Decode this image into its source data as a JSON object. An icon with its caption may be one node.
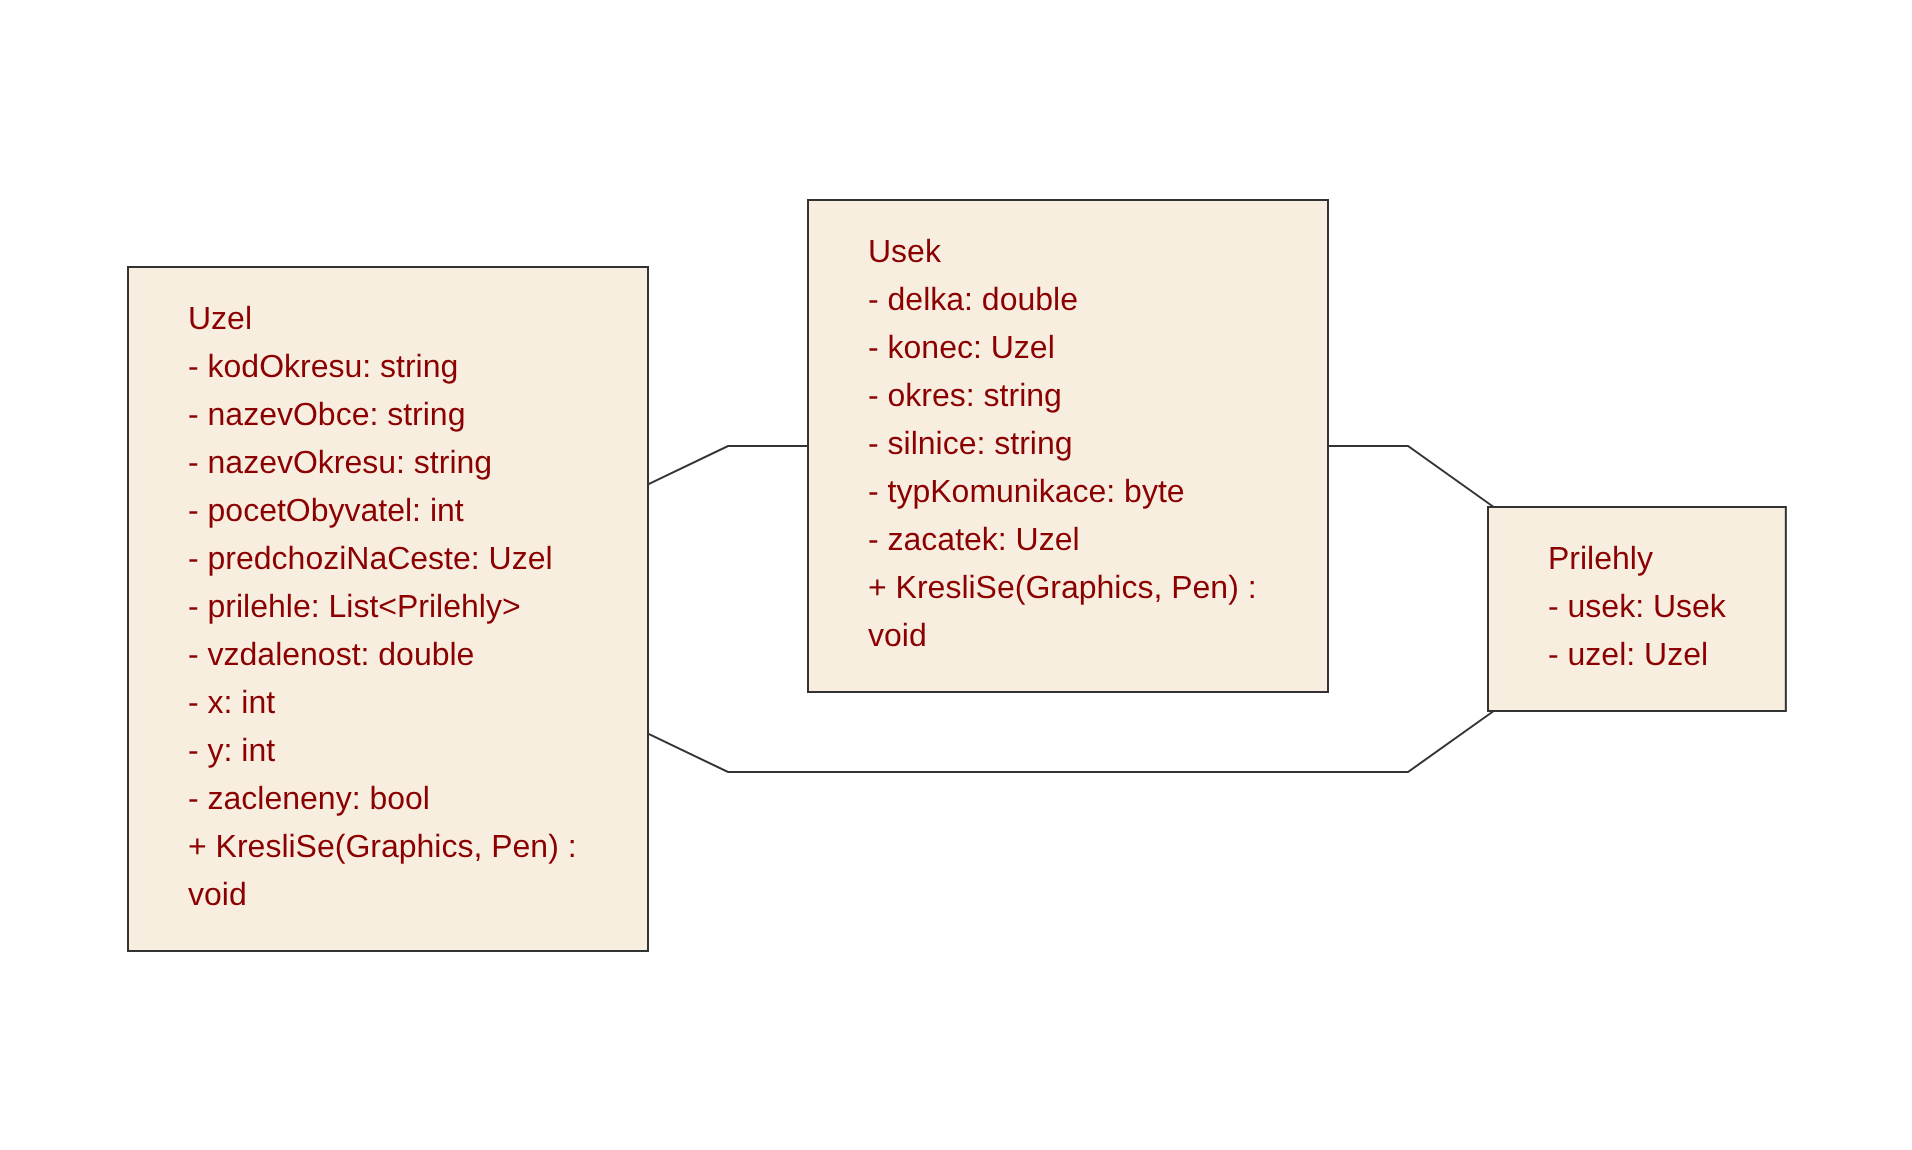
{
  "diagram": {
    "nodes": [
      {
        "text": [
          "Uzel",
          "- kodOkresu: string",
          "- nazevObce: string",
          "- nazevOkresu: string",
          "- pocetObyvatel: int",
          "- predchoziNaCeste: Uzel",
          "- prilehle: List<Prilehly>",
          "- vzdalenost: double",
          "- x: int",
          "- y: int",
          "- zacleneny: bool",
          "+ KresliSe(Graphics, Pen) : void"
        ]
      },
      {
        "text": [
          "Usek",
          "- delka: double",
          "- konec: Uzel",
          "- okres: string",
          "- silnice: string",
          "- typKomunikace: byte",
          "- zacatek: Uzel",
          "+ KresliSe(Graphics, Pen) : void"
        ]
      },
      {
        "text": [
          "Prilehly",
          "- usek: Usek",
          "- uzel: Uzel"
        ]
      }
    ],
    "edges": [
      {
        "from": 0,
        "to": 1,
        "arrow": "none"
      },
      {
        "from": 1,
        "to": 2,
        "arrow": "none"
      },
      {
        "from": 0,
        "to": 2,
        "arrow": "none"
      }
    ]
  }
}
